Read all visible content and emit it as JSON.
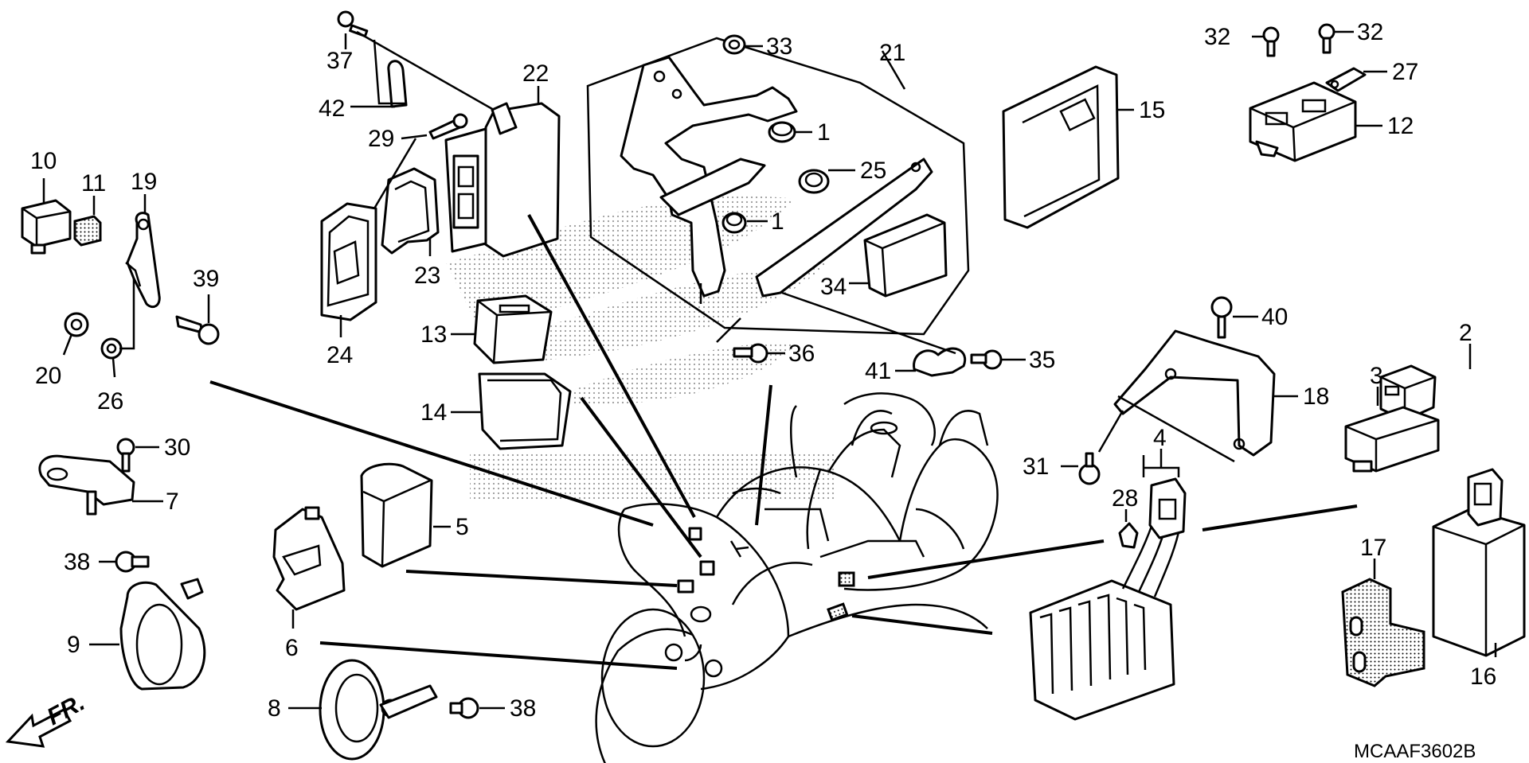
{
  "callouts": [
    {
      "label": "1"
    },
    {
      "label": "1"
    },
    {
      "label": "2"
    },
    {
      "label": "3"
    },
    {
      "label": "4"
    },
    {
      "label": "5"
    },
    {
      "label": "6"
    },
    {
      "label": "7"
    },
    {
      "label": "8"
    },
    {
      "label": "9"
    },
    {
      "label": "10"
    },
    {
      "label": "11"
    },
    {
      "label": "12"
    },
    {
      "label": "13"
    },
    {
      "label": "14"
    },
    {
      "label": "15"
    },
    {
      "label": "16"
    },
    {
      "label": "17"
    },
    {
      "label": "18"
    },
    {
      "label": "19"
    },
    {
      "label": "20"
    },
    {
      "label": "21"
    },
    {
      "label": "22"
    },
    {
      "label": "23"
    },
    {
      "label": "24"
    },
    {
      "label": "25"
    },
    {
      "label": "26"
    },
    {
      "label": "27"
    },
    {
      "label": "28"
    },
    {
      "label": "29"
    },
    {
      "label": "30"
    },
    {
      "label": "31"
    },
    {
      "label": "32"
    },
    {
      "label": "32"
    },
    {
      "label": "33"
    },
    {
      "label": "34"
    },
    {
      "label": "35"
    },
    {
      "label": "36"
    },
    {
      "label": "37"
    },
    {
      "label": "38"
    },
    {
      "label": "38"
    },
    {
      "label": "39"
    },
    {
      "label": "40"
    },
    {
      "label": "41"
    },
    {
      "label": "42"
    }
  ],
  "direction_label": "FR.",
  "diagram_code": "MCAAF3602B",
  "colors": {
    "ink": "#000000",
    "background": "#ffffff"
  }
}
